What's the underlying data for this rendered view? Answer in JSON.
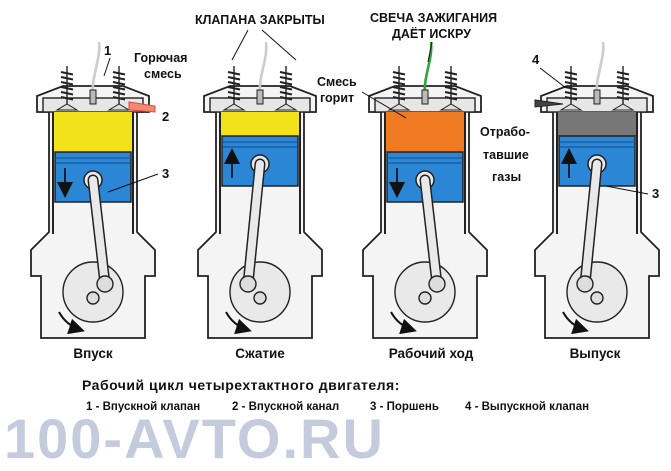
{
  "colors": {
    "mixture": "#f2e21a",
    "burning": "#f07a22",
    "exhaust": "#777777",
    "piston": "#2c86d6",
    "spark_wire": "#2ea43a",
    "outline": "#222222",
    "body": "#f4f4f4"
  },
  "top_labels": {
    "valves_closed": "КЛАПАНА ЗАКРЫТЫ",
    "spark_line1": "СВЕЧА ЗАЖИГАНИЯ",
    "spark_line2": "ДАЁТ ИСКРУ"
  },
  "strokes": [
    {
      "caption": "Впуск",
      "chamber": "mixture",
      "piston_dir": "down"
    },
    {
      "caption": "Сжатие",
      "chamber": "mixture",
      "piston_dir": "up"
    },
    {
      "caption": "Рабочий ход",
      "chamber": "burning",
      "piston_dir": "down"
    },
    {
      "caption": "Выпуск",
      "chamber": "exhaust",
      "piston_dir": "up"
    }
  ],
  "annotations": {
    "n1": "1",
    "n2": "2",
    "n3a": "3",
    "n3b": "3",
    "n4": "4",
    "mixture_line1": "Горючая",
    "mixture_line2": "смесь",
    "burns_line1": "Смесь",
    "burns_line2": "горит",
    "exhaust_line1": "Отрабо-",
    "exhaust_line2": "тавшие",
    "exhaust_line3": "газы"
  },
  "title": "Рабочий цикл четырехтактного двигателя:",
  "legend": [
    "1 - Впускной клапан",
    "2 - Впускной канал",
    "3 - Поршень",
    "4 - Выпускной клапан"
  ],
  "watermark": "100-AVTO.RU",
  "icons": [
    "valve-spring-icon",
    "spark-plug-icon",
    "rotation-arrow-icon",
    "piston-arrow-icon"
  ]
}
